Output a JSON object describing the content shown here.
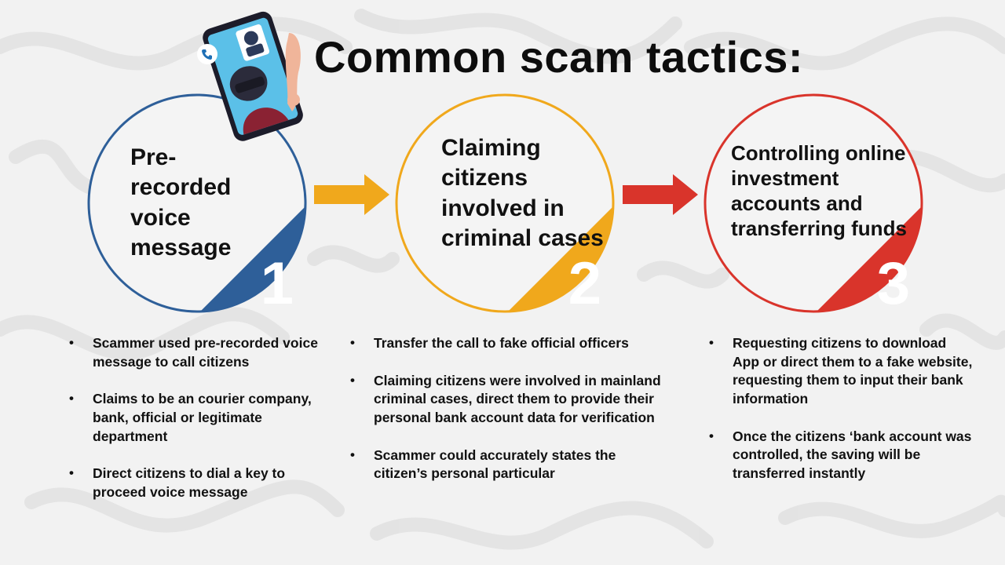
{
  "title": "Common scam tactics:",
  "colors": {
    "step1": "#2e5f99",
    "step2": "#f0a81c",
    "step3": "#d9342b",
    "background": "#f2f2f2"
  },
  "steps": [
    {
      "heading": "Pre-recorded voice message",
      "number": "1",
      "bullets": [
        "Scammer used pre-recorded voice message to call citizens",
        "Claims to be an courier company, bank, official or legitimate department",
        "Direct citizens to dial a key to proceed voice message"
      ]
    },
    {
      "heading": "Claiming citizens involved in criminal cases",
      "number": "2",
      "bullets": [
        "Transfer the call to fake official officers",
        "Claiming citizens were involved in mainland criminal cases, direct them to provide their personal bank account data for verification",
        "Scammer could accurately states the citizen’s personal particular"
      ]
    },
    {
      "heading": "Controlling online investment accounts and transferring funds",
      "number": "3",
      "bullets": [
        "Requesting citizens to download App or direct them to a fake website, requesting them to input their bank information",
        "Once the citizens ‘bank account was controlled, the saving will be transferred instantly"
      ]
    }
  ],
  "icons": [
    "phone-scammer-illustration",
    "phone-call-icon",
    "arrow-right-icon"
  ]
}
